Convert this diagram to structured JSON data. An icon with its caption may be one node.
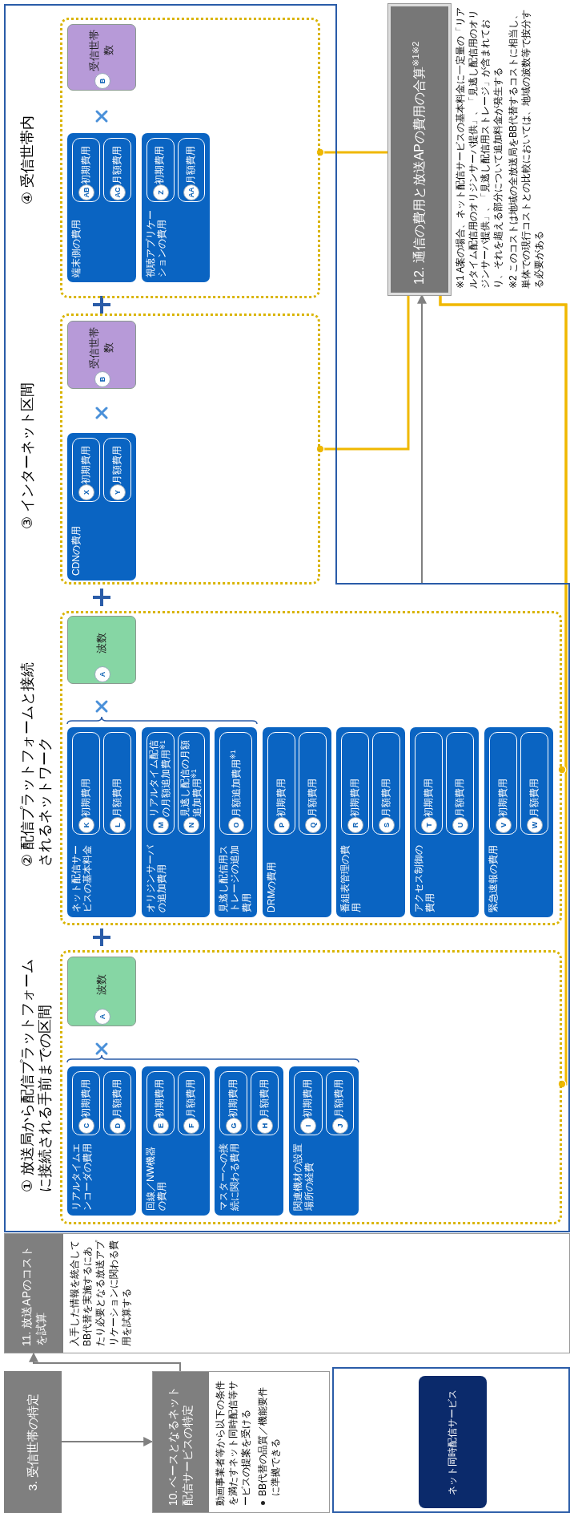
{
  "diagram": {
    "nodes": [
      {
        "text": [
          "3. 受信世帯の特定"
        ]
      },
      {
        "text": [
          "10. ベースとなるネット配信サービスの特定",
          "動画事業者等から以下の条件を満たすネット同時配信等サービスの提案を受ける",
          "BB代替の品質／機能要件に準拠できる"
        ]
      },
      {
        "text": [
          "11. 放送APのコストを試算",
          "入手した情報を統合してBB代替を実施するにあたり必要となる放送アプリケーションに関わる費用を試算する"
        ]
      },
      {
        "text": [
          "ネット同時配信サービス"
        ]
      },
      {
        "text": [],
        "shape": "box"
      },
      {
        "text": [
          "① 放送局から配信プラットフォームに接続される手前までの区間"
        ],
        "in": 4
      },
      {
        "text": [
          "リアルタイムエンコーダの費用"
        ],
        "in": 5
      },
      {
        "text": [
          "C",
          "初期費用"
        ],
        "in": 6
      },
      {
        "text": [
          "D",
          "月額費用"
        ],
        "in": 6
      },
      {
        "text": [
          "回線／NW機器の費用"
        ],
        "in": 5
      },
      {
        "text": [
          "E",
          "初期費用"
        ],
        "in": 9
      },
      {
        "text": [
          "F",
          "月額費用"
        ],
        "in": 9
      },
      {
        "text": [
          "マスターへの接続に関わる費用"
        ],
        "in": 5
      },
      {
        "text": [
          "G",
          "初期費用"
        ],
        "in": 12
      },
      {
        "text": [
          "H",
          "月額費用"
        ],
        "in": 12
      },
      {
        "text": [
          "関連機材の設置場所の経費"
        ],
        "in": 5
      },
      {
        "text": [
          "I",
          "初期費用"
        ],
        "in": 15
      },
      {
        "text": [
          "J",
          "月額費用"
        ],
        "in": 15
      },
      {
        "text": [
          "A",
          "波数"
        ],
        "in": 5
      },
      {
        "text": [
          "② 配信プラットフォームと接続されるネットワーク"
        ],
        "in": 4
      },
      {
        "text": [
          "ネット配信サービスの基本料金"
        ],
        "in": 19
      },
      {
        "text": [
          "K",
          "初期費用"
        ],
        "in": 20
      },
      {
        "text": [
          "L",
          "月額費用"
        ],
        "in": 20
      },
      {
        "text": [
          "オリジンサーバの追加費用"
        ],
        "in": 19
      },
      {
        "text": [
          "M",
          "リアルタイム配信の月額追加費用$^{※1}$"
        ],
        "in": 23
      },
      {
        "text": [
          "N",
          "見逃し配信の月額追加費用$^{※1}$"
        ],
        "in": 23
      },
      {
        "text": [
          "見逃し配信用ストレージの追加費用"
        ],
        "in": 19
      },
      {
        "text": [
          "O",
          "月額追加費用$^{※1}$"
        ],
        "in": 26
      },
      {
        "text": [
          "DRMの費用"
        ],
        "in": 19
      },
      {
        "text": [
          "P",
          "初期費用"
        ],
        "in": 28
      },
      {
        "text": [
          "Q",
          "月額費用"
        ],
        "in": 28
      },
      {
        "text": [
          "番組表管理の費用"
        ],
        "in": 19
      },
      {
        "text": [
          "R",
          "初期費用"
        ],
        "in": 31
      },
      {
        "text": [
          "S",
          "月額費用"
        ],
        "in": 31
      },
      {
        "text": [
          "アクセス制御の費用"
        ],
        "in": 19
      },
      {
        "text": [
          "T",
          "初期費用"
        ],
        "in": 34
      },
      {
        "text": [
          "U",
          "月額費用"
        ],
        "in": 34
      },
      {
        "text": [
          "緊急速報の費用"
        ],
        "in": 19
      },
      {
        "text": [
          "V",
          "初期費用"
        ],
        "in": 37
      },
      {
        "text": [
          "W",
          "月額費用"
        ],
        "in": 37
      },
      {
        "text": [
          "A",
          "波数"
        ],
        "in": 19
      },
      {
        "text": [
          "③ インターネット区間"
        ],
        "in": 4
      },
      {
        "text": [
          "CDNの費用"
        ],
        "in": 41
      },
      {
        "text": [
          "X",
          "初期費用"
        ],
        "in": 42
      },
      {
        "text": [
          "Y",
          "月額費用"
        ],
        "in": 42
      },
      {
        "text": [
          "B",
          "受信世帯数"
        ],
        "in": 41
      },
      {
        "text": [
          "④ 受信世帯内"
        ],
        "in": 4
      },
      {
        "text": [
          "端末側の費用"
        ],
        "in": 46
      },
      {
        "text": [
          "AB",
          "初期費用"
        ],
        "in": 47
      },
      {
        "text": [
          "AC",
          "月額費用"
        ],
        "in": 47
      },
      {
        "text": [
          "視聴アプリケーションの費用"
        ],
        "in": 46
      },
      {
        "text": [
          "Z",
          "初期費用"
        ],
        "in": 50
      },
      {
        "text": [
          "AA",
          "月額費用"
        ],
        "in": 50
      },
      {
        "text": [
          "B",
          "受信世帯数"
        ],
        "in": 46
      },
      {
        "text": [
          "12. 通信の費用と放送APの費用の合算$^{※1※2}$"
        ]
      }
    ],
    "edges": [
      {
        "from": 0,
        "to": 1,
        "arrow": "to",
        "color": "#808080"
      },
      {
        "from": 1,
        "to": 2,
        "arrow": "to",
        "color": "#808080"
      },
      {
        "from": 5,
        "to": 54,
        "arrow": "other"
      },
      {
        "from": 19,
        "to": 54,
        "arrow": "other"
      },
      {
        "from": 41,
        "to": 54,
        "arrow": "other"
      },
      {
        "from": 46,
        "to": 54,
        "arrow": "other"
      },
      {
        "from": 4,
        "to": 54,
        "arrow": "to",
        "color": "#808080"
      }
    ],
    "labels": [
      "※1 A案の場合、ネット配信サービスの基本料金に一定量の「リアルタイム配信用のオリジンサーバ提供」、「見逃し配信用のオリジンサーバ提供」、「見逃し配信用ストレージ」が含まれており、それを超える部分について追加料金が発生する",
      "※2 このコストは地域の全放送局をBB代替するコストに相当し、単体での現行コストとの比較においては、地域の波数等で按分する必要がある"
    ]
  }
}
